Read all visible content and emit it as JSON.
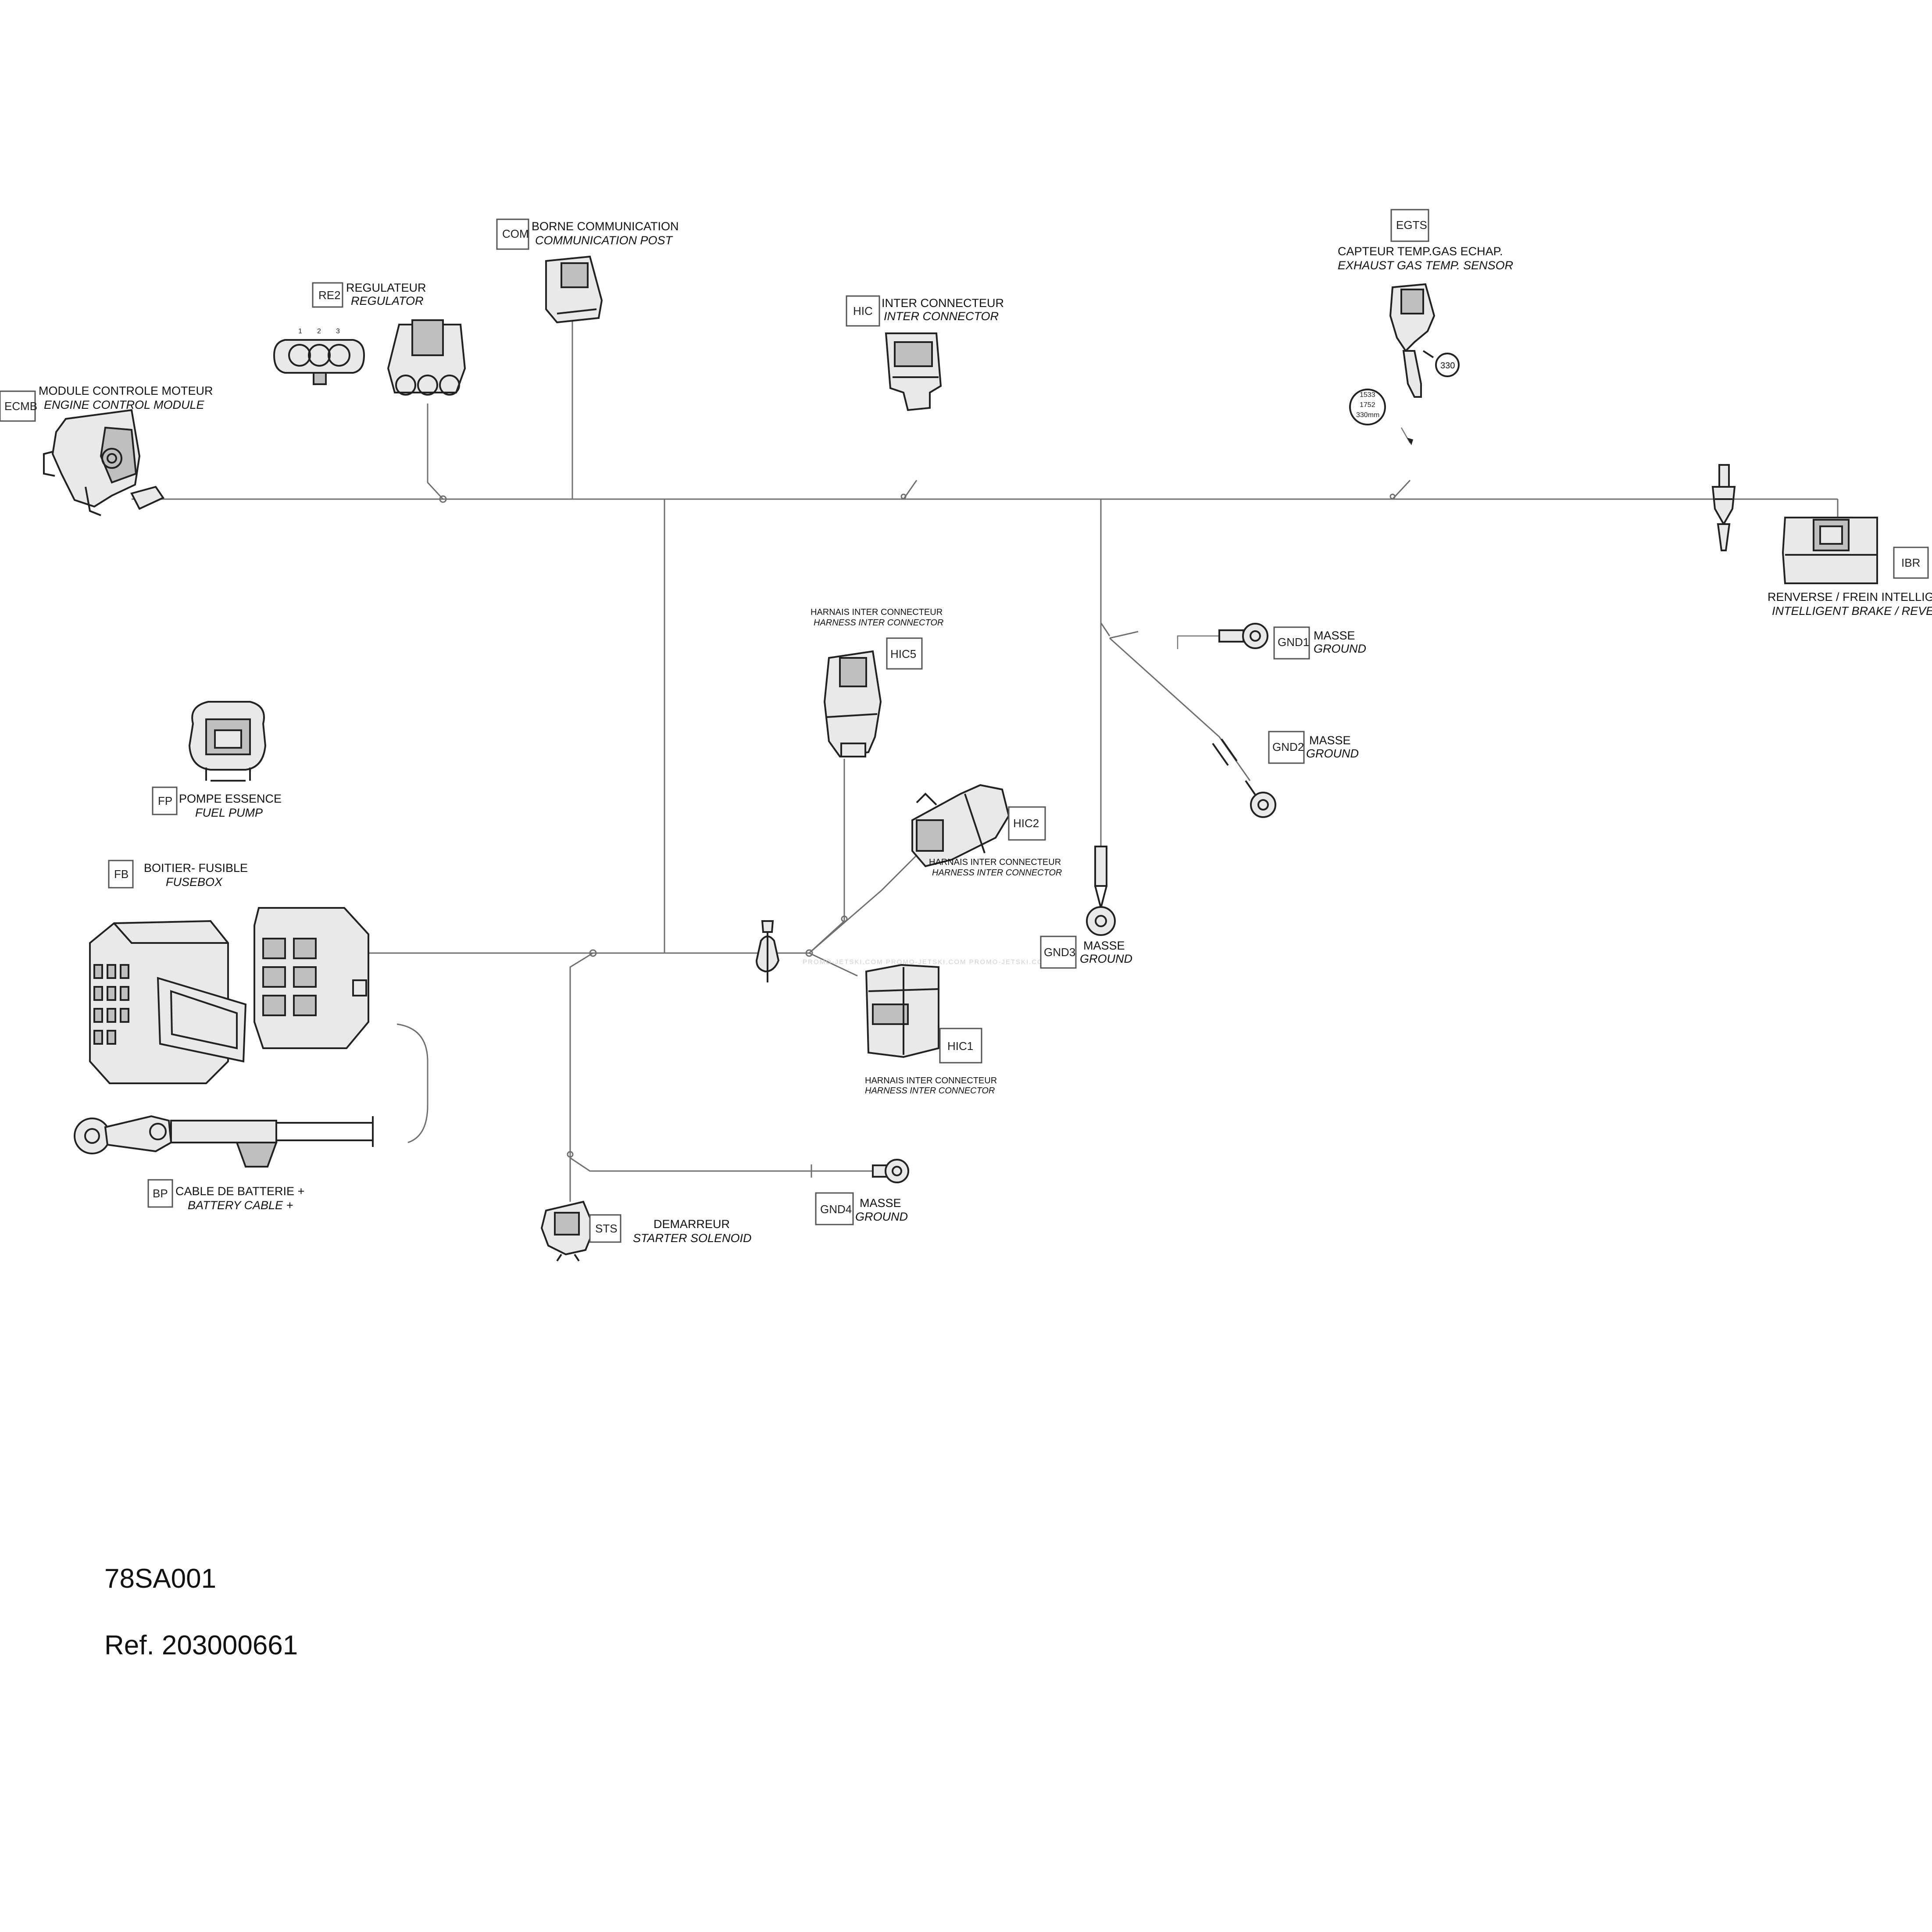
{
  "components": {
    "ecmb": {
      "code": "ECMB",
      "fr": "MODULE CONTROLE MOTEUR",
      "en": "ENGINE CONTROL MODULE"
    },
    "re2": {
      "code": "RE2",
      "fr": "REGULATEUR",
      "en": "REGULATOR",
      "pins": [
        "1",
        "2",
        "3"
      ]
    },
    "com": {
      "code": "COM",
      "fr": "BORNE COMMUNICATION",
      "en": "COMMUNICATION POST"
    },
    "hic": {
      "code": "HIC",
      "fr": "INTER CONNECTEUR",
      "en": "INTER CONNECTOR"
    },
    "egts": {
      "code": "EGTS",
      "fr": "CAPTEUR TEMP.GAS ECHAP.",
      "en": "EXHAUST GAS TEMP. SENSOR",
      "callout": "330",
      "dims": [
        "1533",
        "1752",
        "330mm"
      ]
    },
    "ibr": {
      "code": "IBR",
      "fr": "RENVERSE / FREIN INTELLIGENT",
      "en": "INTELLIGENT BRAKE / REVERSE"
    },
    "hic5": {
      "code": "HIC5",
      "fr": "HARNAIS INTER CONNECTEUR",
      "en": "HARNESS INTER CONNECTOR"
    },
    "gnd1": {
      "code": "GND1",
      "fr": "MASSE",
      "en": "GROUND"
    },
    "gnd2": {
      "code": "GND2",
      "fr": "MASSE",
      "en": "GROUND"
    },
    "fp": {
      "code": "FP",
      "fr": "POMPE ESSENCE",
      "en": "FUEL PUMP"
    },
    "fb": {
      "code": "FB",
      "fr": "BOITIER- FUSIBLE",
      "en": "FUSEBOX"
    },
    "hic2": {
      "code": "HIC2",
      "fr": "HARNAIS INTER CONNECTEUR",
      "en": "HARNESS INTER CONNECTOR"
    },
    "gnd3": {
      "code": "GND3",
      "fr": "MASSE",
      "en": "GROUND"
    },
    "hic1": {
      "code": "HIC1",
      "fr": "HARNAIS INTER CONNECTEUR",
      "en": "HARNESS INTER CONNECTOR"
    },
    "bp": {
      "code": "BP",
      "fr": "CABLE DE BATTERIE +",
      "en": "BATTERY CABLE +"
    },
    "sts": {
      "code": "STS",
      "fr": "DEMARREUR",
      "en": "STARTER SOLENOID"
    },
    "gnd4": {
      "code": "GND4",
      "fr": "MASSE",
      "en": "GROUND"
    }
  },
  "watermark": "PROMO-JETSKI.COM   PROMO-JETSKI.COM   PROMO-JETSKI.COM",
  "footer": {
    "drawing_id": "78SA001",
    "reference": "Ref. 203000661"
  }
}
